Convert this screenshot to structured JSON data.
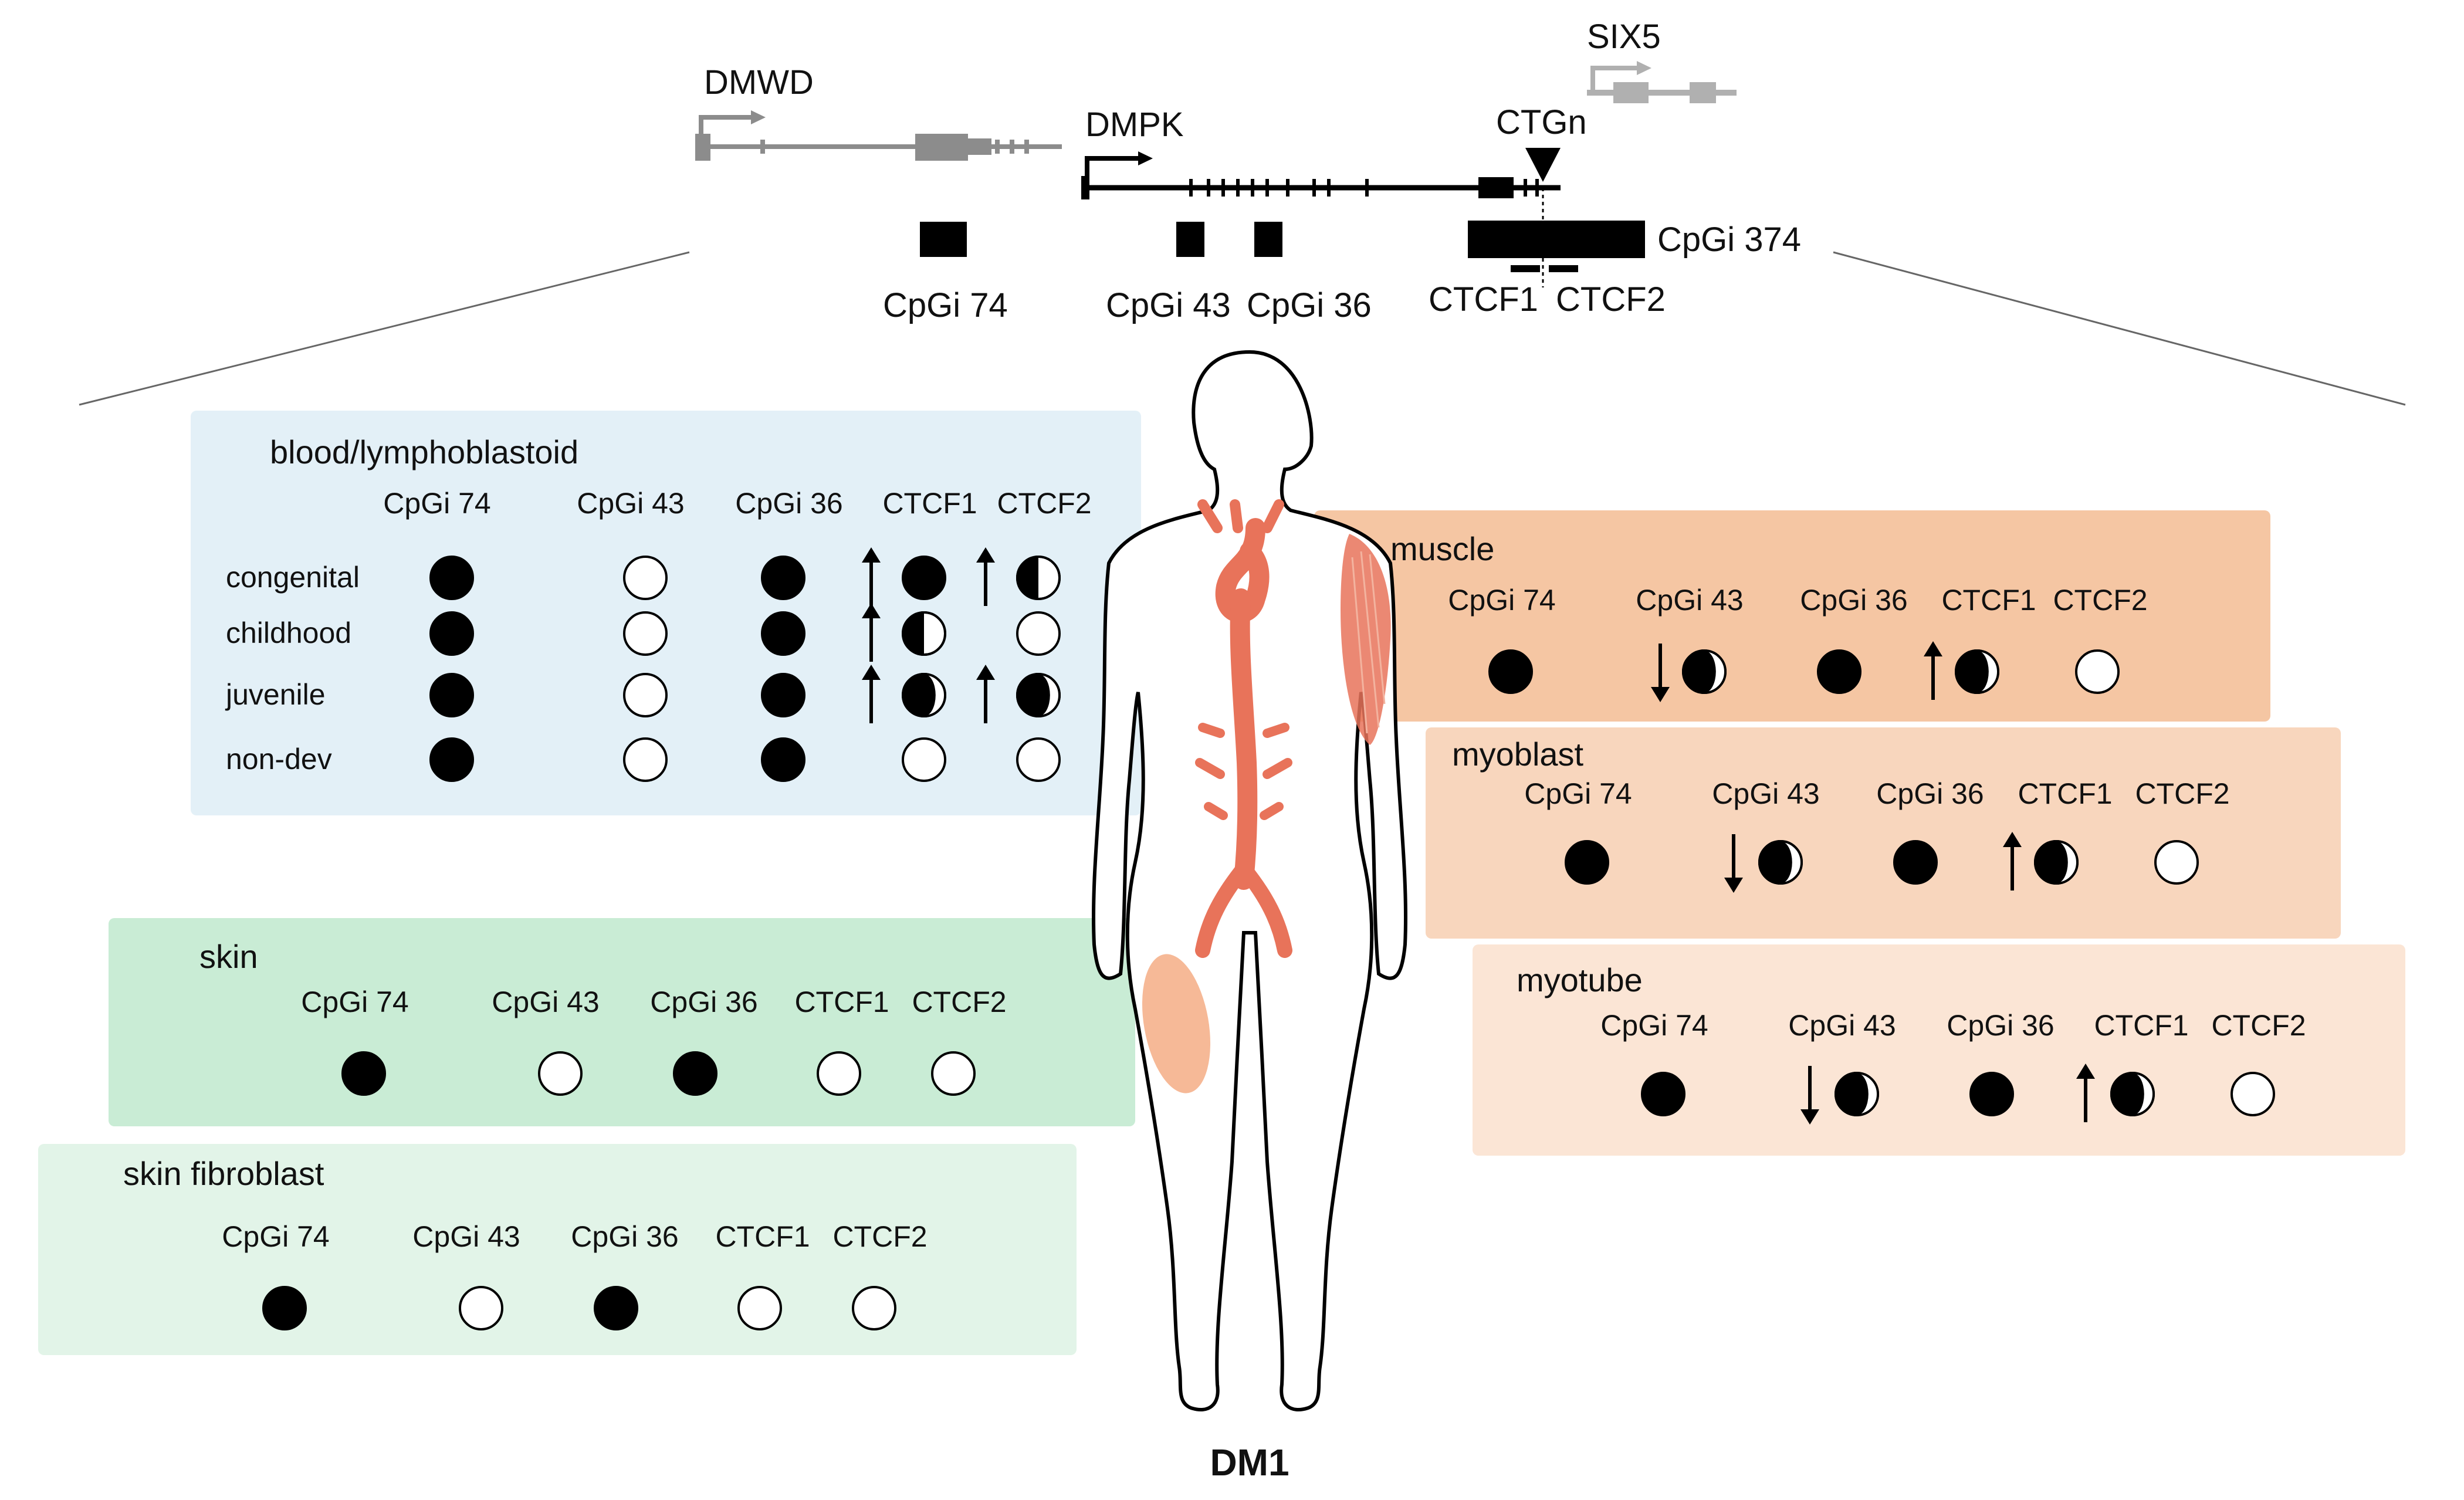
{
  "genome": {
    "genes": {
      "dmwd": "DMWD",
      "dmpk": "DMPK",
      "six5": "SIX5",
      "ctgn": "CTGn"
    },
    "cpgi_labels": {
      "cpgi74": "CpGi 74",
      "cpgi43": "CpGi 43",
      "cpgi36": "CpGi 36",
      "cpgi374": "CpGi 374",
      "ctcf1": "CTCF1",
      "ctcf2": "CTCF2"
    }
  },
  "body_label": "DM1",
  "columns": [
    "CpGi 74",
    "CpGi 43",
    "CpGi 36",
    "CTCF1",
    "CTCF2"
  ],
  "panels": [
    {
      "id": "blood",
      "title": "blood/lymphoblastoid",
      "color": "#e3f0f7",
      "rows": [
        {
          "label": "congenital",
          "cells": [
            {
              "state": "full"
            },
            {
              "state": "empty"
            },
            {
              "state": "full"
            },
            {
              "state": "full",
              "arrow": "up"
            },
            {
              "state": "half-right-empty",
              "arrow": "up"
            }
          ]
        },
        {
          "label": "childhood",
          "cells": [
            {
              "state": "full"
            },
            {
              "state": "empty"
            },
            {
              "state": "full"
            },
            {
              "state": "half-right-empty",
              "arrow": "up"
            },
            {
              "state": "empty"
            }
          ]
        },
        {
          "label": "juvenile",
          "cells": [
            {
              "state": "full"
            },
            {
              "state": "empty"
            },
            {
              "state": "full"
            },
            {
              "state": "crescent",
              "arrow": "up"
            },
            {
              "state": "crescent",
              "arrow": "up"
            }
          ]
        },
        {
          "label": "non-dev",
          "cells": [
            {
              "state": "full"
            },
            {
              "state": "empty"
            },
            {
              "state": "full"
            },
            {
              "state": "empty"
            },
            {
              "state": "empty"
            }
          ]
        }
      ]
    },
    {
      "id": "skin",
      "title": "skin",
      "color": "#c9ecd5",
      "rows": [
        {
          "label": "",
          "cells": [
            {
              "state": "full"
            },
            {
              "state": "empty"
            },
            {
              "state": "full"
            },
            {
              "state": "empty"
            },
            {
              "state": "empty"
            }
          ]
        }
      ]
    },
    {
      "id": "skin-fibroblast",
      "title": "skin fibroblast",
      "color": "#e2f4e8",
      "rows": [
        {
          "label": "",
          "cells": [
            {
              "state": "full"
            },
            {
              "state": "empty"
            },
            {
              "state": "full"
            },
            {
              "state": "empty"
            },
            {
              "state": "empty"
            }
          ]
        }
      ]
    },
    {
      "id": "muscle",
      "title": "muscle",
      "color": "#f5c6a3",
      "rows": [
        {
          "label": "",
          "cells": [
            {
              "state": "full"
            },
            {
              "state": "crescent",
              "arrow": "down"
            },
            {
              "state": "full"
            },
            {
              "state": "crescent",
              "arrow": "up"
            },
            {
              "state": "empty"
            }
          ]
        }
      ]
    },
    {
      "id": "myoblast",
      "title": "myoblast",
      "color": "#f8d6bd",
      "rows": [
        {
          "label": "",
          "cells": [
            {
              "state": "full"
            },
            {
              "state": "crescent",
              "arrow": "down"
            },
            {
              "state": "full"
            },
            {
              "state": "crescent",
              "arrow": "up"
            },
            {
              "state": "empty"
            }
          ]
        }
      ]
    },
    {
      "id": "myotube",
      "title": "myotube",
      "color": "#fbe5d5",
      "rows": [
        {
          "label": "",
          "cells": [
            {
              "state": "full"
            },
            {
              "state": "crescent",
              "arrow": "down"
            },
            {
              "state": "full"
            },
            {
              "state": "crescent",
              "arrow": "up"
            },
            {
              "state": "empty"
            }
          ]
        }
      ]
    }
  ],
  "colors": {
    "artery": "#e8735a",
    "skin_patch": "#f6b997",
    "gene_gray": "#8c8c8c",
    "six5_gray": "#b0b0b0"
  }
}
